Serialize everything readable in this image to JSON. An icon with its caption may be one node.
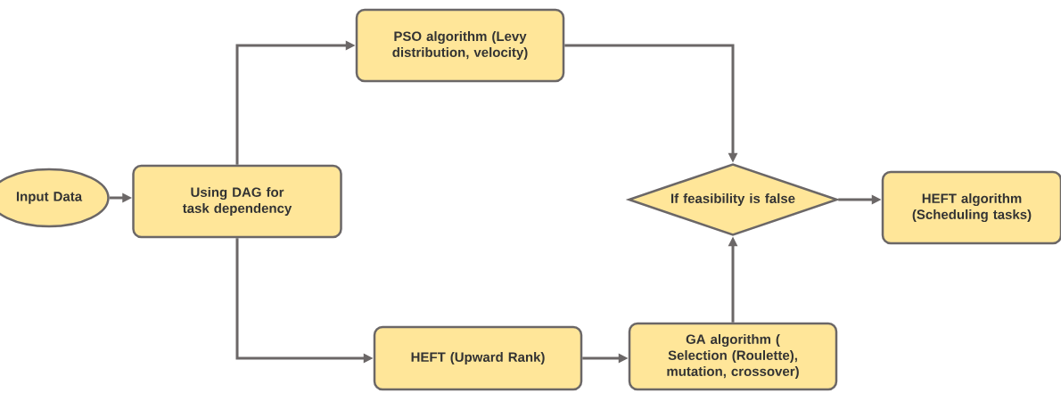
{
  "diagram": {
    "nodes": [
      {
        "text": [
          "Input Data"
        ]
      },
      {
        "text": [
          "Using DAG for task dependency"
        ]
      },
      {
        "text": [
          "PSO algorithm (Levy distribution, velocity)"
        ]
      },
      {
        "text": [
          "If feasibility is false"
        ]
      },
      {
        "text": [
          "HEFT algorithm (Scheduling tasks)"
        ]
      },
      {
        "text": [
          "HEFT (Upward Rank)"
        ]
      },
      {
        "text": [
          "GA algorithm ( Selection (Roulette), mutation, crossover)"
        ]
      }
    ],
    "edges": [
      {
        "from": 0,
        "to": 1,
        "arrow": "to"
      },
      {
        "from": 1,
        "to": 2,
        "arrow": "to"
      },
      {
        "from": 1,
        "to": 5,
        "arrow": "to"
      },
      {
        "from": 2,
        "to": 3,
        "arrow": "to"
      },
      {
        "from": 5,
        "to": 6,
        "arrow": "to"
      },
      {
        "from": 6,
        "to": 3,
        "arrow": "to"
      },
      {
        "from": 3,
        "to": 4,
        "arrow": "to"
      }
    ]
  }
}
